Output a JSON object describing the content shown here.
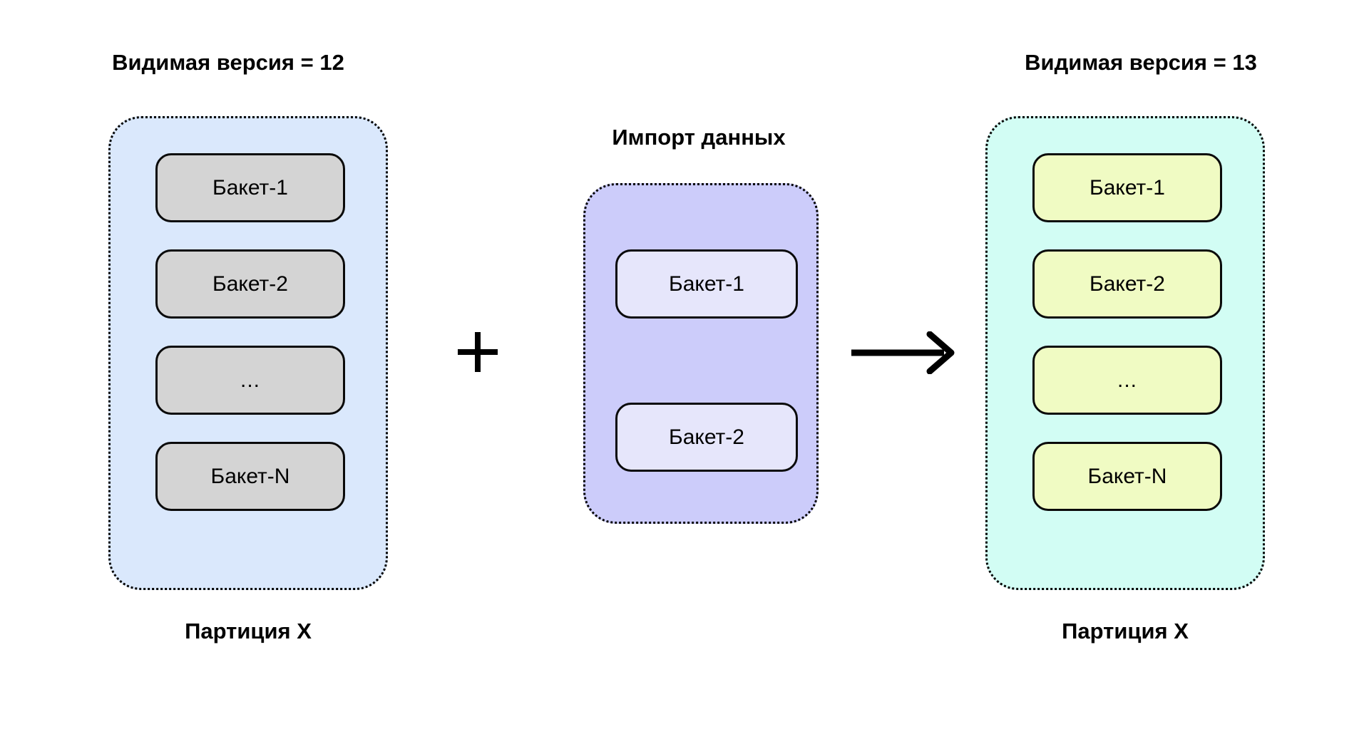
{
  "diagram": {
    "title_left": "Видимая версия = 12",
    "title_middle": "Импорт данных",
    "title_right": "Видимая версия = 13",
    "caption_left": "Партиция X",
    "caption_right": "Партиция X",
    "operator_plus": "+",
    "operator_arrow": "→",
    "colors": {
      "left_partition_fill": "#dae8fc",
      "right_partition_fill": "#d2fdf4",
      "import_fill": "#ccccfa",
      "bucket_grey": "#d4d4d4",
      "bucket_yellow": "#f0fbc3",
      "bucket_violet": "#e6e6fb",
      "stroke": "#000000",
      "background": "#ffffff"
    }
  },
  "left_partition": {
    "version_label": "Видимая версия = 12",
    "name": "Партиция X",
    "buckets": [
      {
        "label": "Бакет-1"
      },
      {
        "label": "Бакет-2"
      },
      {
        "label": "..."
      },
      {
        "label": "Бакет-N"
      }
    ]
  },
  "import_group": {
    "title": "Импорт данных",
    "buckets": [
      {
        "label": "Бакет-1"
      },
      {
        "label": "Бакет-2"
      }
    ]
  },
  "right_partition": {
    "version_label": "Видимая версия = 13",
    "name": "Партиция X",
    "buckets": [
      {
        "label": "Бакет-1"
      },
      {
        "label": "Бакет-2"
      },
      {
        "label": "..."
      },
      {
        "label": "Бакет-N"
      }
    ]
  }
}
